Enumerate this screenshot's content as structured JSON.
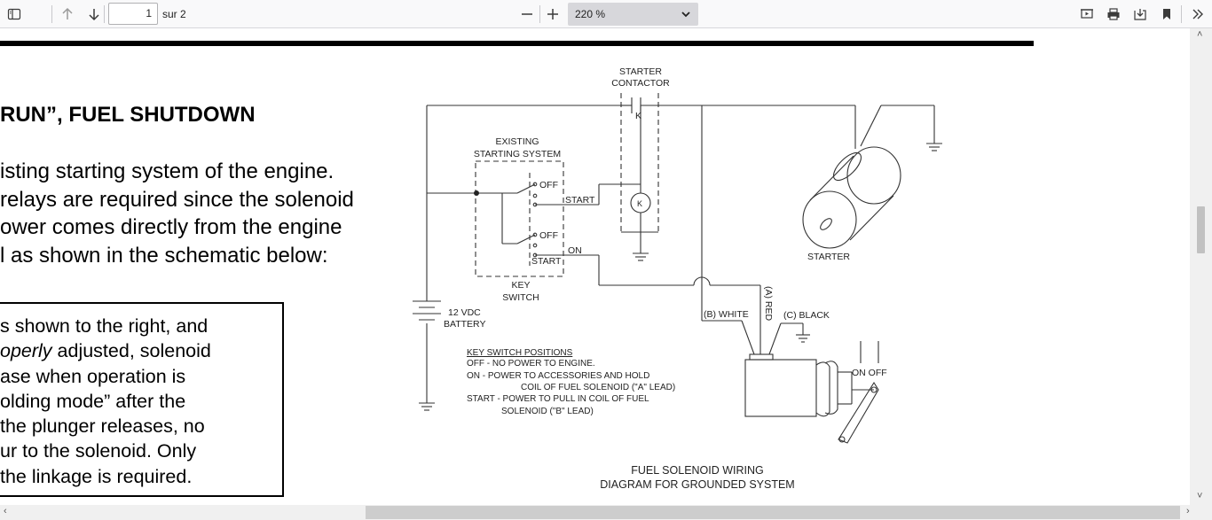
{
  "toolbar": {
    "page_number": "1",
    "page_count": "sur 2",
    "zoom_value": "220 %"
  },
  "document": {
    "heading": "RUN”, FUEL SHUTDOWN",
    "paragraph_lines": [
      "isting starting system of the engine.",
      "relays are required since the solenoid",
      "ower comes directly from the engine",
      "l as shown in the schematic below:"
    ],
    "box_lines": [
      "s shown to the right, and",
      "operly adjusted, solenoid",
      "ase when operation is",
      "olding mode” after the",
      " the plunger releases, no",
      "ur to the solenoid.  Only",
      "the linkage is required."
    ],
    "box_italic_word": "operly",
    "box_line2_rest": " adjusted, solenoid"
  },
  "diagram": {
    "starter_contactor_1": "STARTER",
    "starter_contactor_2": "CONTACTOR",
    "contactor_k": "K",
    "existing_1": "EXISTING",
    "existing_2": "STARTING SYSTEM",
    "off_1": "OFF",
    "start_1": "START",
    "k_label": "K",
    "off_2": "OFF",
    "on_label": "ON",
    "start_2": "START",
    "key_1": "KEY",
    "key_2": "SWITCH",
    "starter": "STARTER",
    "battery_1": "12 VDC",
    "battery_2": "BATTERY",
    "white": "(B) WHITE",
    "red": "(A) RED",
    "black": "(C) BLACK",
    "positions_title": "KEY SWITCH POSITIONS",
    "pos_off": "OFF -  NO POWER TO ENGINE.",
    "pos_on_1": "ON -  POWER TO ACCESSORIES AND HOLD",
    "pos_on_2": "COIL OF FUEL SOLENOID (\"A\" LEAD)",
    "pos_start_1": "START - POWER TO PULL IN COIL OF FUEL",
    "pos_start_2": "SOLENOID (\"B\" LEAD)",
    "on_off": "ON OFF",
    "caption_1": "FUEL SOLENOID WIRING",
    "caption_2": "DIAGRAM FOR GROUNDED SYSTEM"
  },
  "icons": [
    "sidebar-toggle-icon",
    "previous-page-icon",
    "next-page-icon",
    "zoom-out-icon",
    "zoom-in-icon",
    "chevron-down-icon",
    "presentation-mode-icon",
    "print-icon",
    "save-icon",
    "bookmark-icon",
    "tools-menu-icon"
  ]
}
